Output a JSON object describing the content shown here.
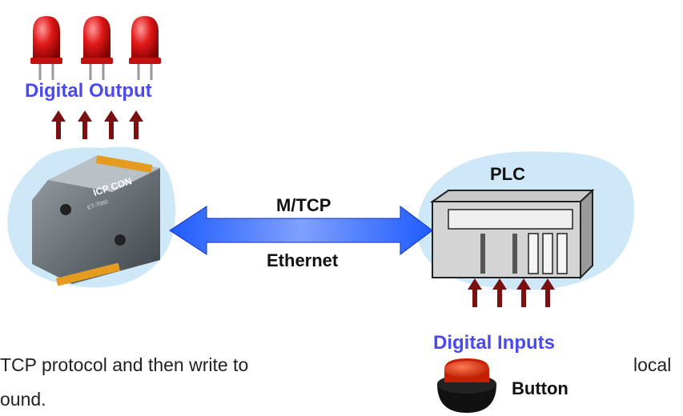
{
  "diagram": {
    "output_label": "Digital Output",
    "input_label": "Digital Inputs",
    "protocol_label": "M/TCP",
    "link_label": "Ethernet",
    "plc_label": "PLC",
    "button_label": "Button",
    "module_logo": "ICP CON",
    "module_model": "ET-7060"
  },
  "text": {
    "line1_left": "TCP protocol and then write to",
    "line1_right": "local",
    "line2": "ound."
  },
  "colors": {
    "led_red": "#e01818",
    "arrow_dark_red": "#7a1010",
    "label_blue": "#4a4af0",
    "cloud_blue": "#cfe8f8",
    "link_arrow_blue": "#2a55ff"
  }
}
